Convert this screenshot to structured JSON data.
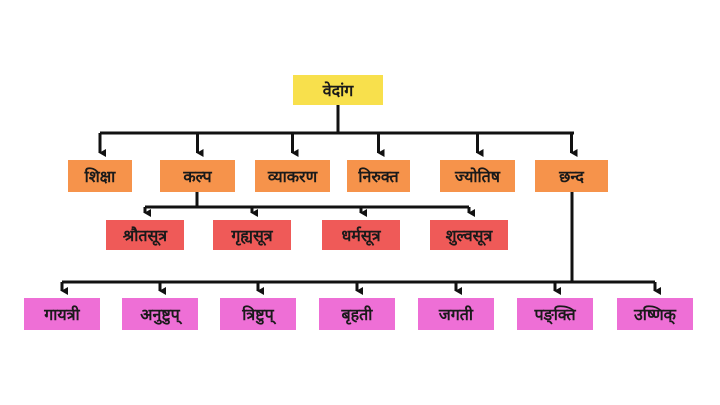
{
  "colors": {
    "root": "#f8e04c",
    "level1": "#f6934b",
    "kalpa_children": "#ef5a58",
    "chhanda_children": "#ee6fd6",
    "lines": "#111111"
  },
  "root": {
    "label": "वेदांग"
  },
  "level1": [
    {
      "label": "शिक्षा"
    },
    {
      "label": "कल्प"
    },
    {
      "label": "व्याकरण"
    },
    {
      "label": "निरुक्त"
    },
    {
      "label": "ज्योतिष"
    },
    {
      "label": "छन्द"
    }
  ],
  "kalpa_children": [
    {
      "label": "श्रौतसूत्र"
    },
    {
      "label": "गृह्यसूत्र"
    },
    {
      "label": "धर्मसूत्र"
    },
    {
      "label": "शुल्वसूत्र"
    }
  ],
  "chhanda_children": [
    {
      "label": "गायत्री"
    },
    {
      "label": "अनुष्टुप्"
    },
    {
      "label": "त्रिष्टुप्"
    },
    {
      "label": "बृहती"
    },
    {
      "label": "जगती"
    },
    {
      "label": "पङ्क्ति"
    },
    {
      "label": "उष्णिक्"
    }
  ]
}
